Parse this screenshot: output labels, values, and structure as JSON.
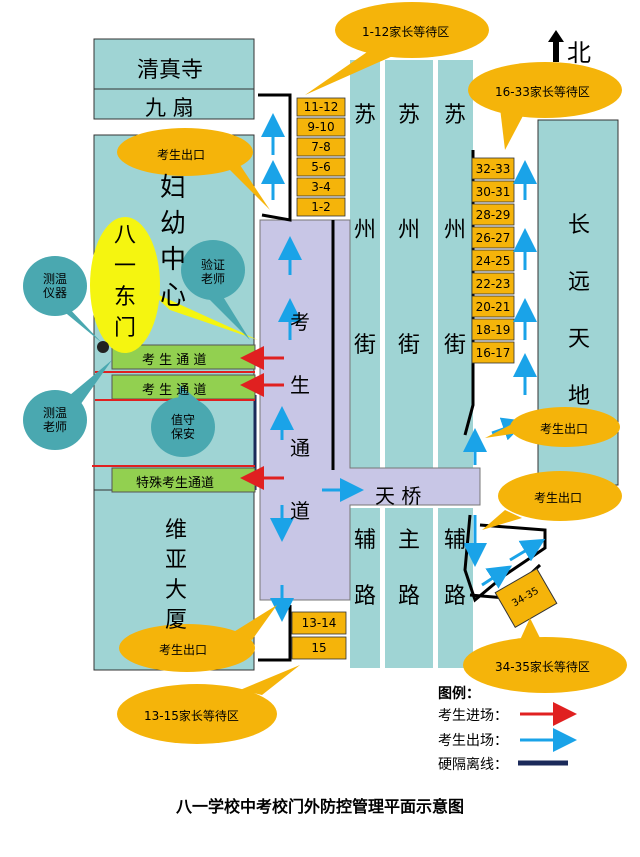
{
  "north_label": "北",
  "buildings": {
    "mosque": "清真寺",
    "jiushan": "九 扇",
    "fuyou": [
      "妇",
      "幼",
      "中",
      "心"
    ],
    "weiya": [
      "维",
      "亚",
      "大",
      "厦"
    ],
    "changyuan": [
      "长",
      "远",
      "天",
      "地"
    ]
  },
  "roads": {
    "suzhou": [
      "苏",
      "州",
      "街"
    ],
    "aux": [
      "辅",
      "路"
    ],
    "main": [
      "主",
      "路"
    ],
    "tianqiao": "天  桥"
  },
  "exam_passage": [
    "考",
    "生",
    "通",
    "道"
  ],
  "bayi_gate": [
    "八",
    "一",
    "东",
    "门"
  ],
  "channels": [
    "考 生 通 道",
    "考 生 通 道",
    "特殊考生通道"
  ],
  "waiting_left": [
    "11-12",
    "9-10",
    "7-8",
    "5-6",
    "3-4",
    "1-2"
  ],
  "waiting_right": [
    "32-33",
    "30-31",
    "28-29",
    "26-27",
    "24-25",
    "22-23",
    "20-21",
    "18-19",
    "16-17"
  ],
  "waiting_bottom": [
    "13-14",
    "15"
  ],
  "waiting_corner": "34-35",
  "callouts": {
    "wait_1_12": "1-12家长等待区",
    "wait_16_33": "16-33家长等待区",
    "wait_34_35": "34-35家长等待区",
    "wait_13_15": "13-15家长等待区",
    "exit_left_top": "考生出口",
    "exit_left_bottom": "考生出口",
    "exit_right_top": "考生出口",
    "exit_right_mid": "考生出口",
    "verify_teacher": "验证老师",
    "temp_device": "测温仪器",
    "temp_teacher": "测温老师",
    "guard": "值守保安"
  },
  "legend": {
    "title": "图例：",
    "entry": "考生进场：",
    "exit": "考生出场：",
    "barrier": "硬隔离线："
  },
  "colors": {
    "building": "#9fd4d4",
    "passage": "#c8c6e6",
    "waiting": "#f5b40a",
    "channel": "#92d050",
    "entry_arrow": "#e02020",
    "exit_arrow": "#1aa3e8",
    "barrier": "#1b2a5a"
  },
  "caption": "八一学校中考校门外防控管理平面示意图"
}
